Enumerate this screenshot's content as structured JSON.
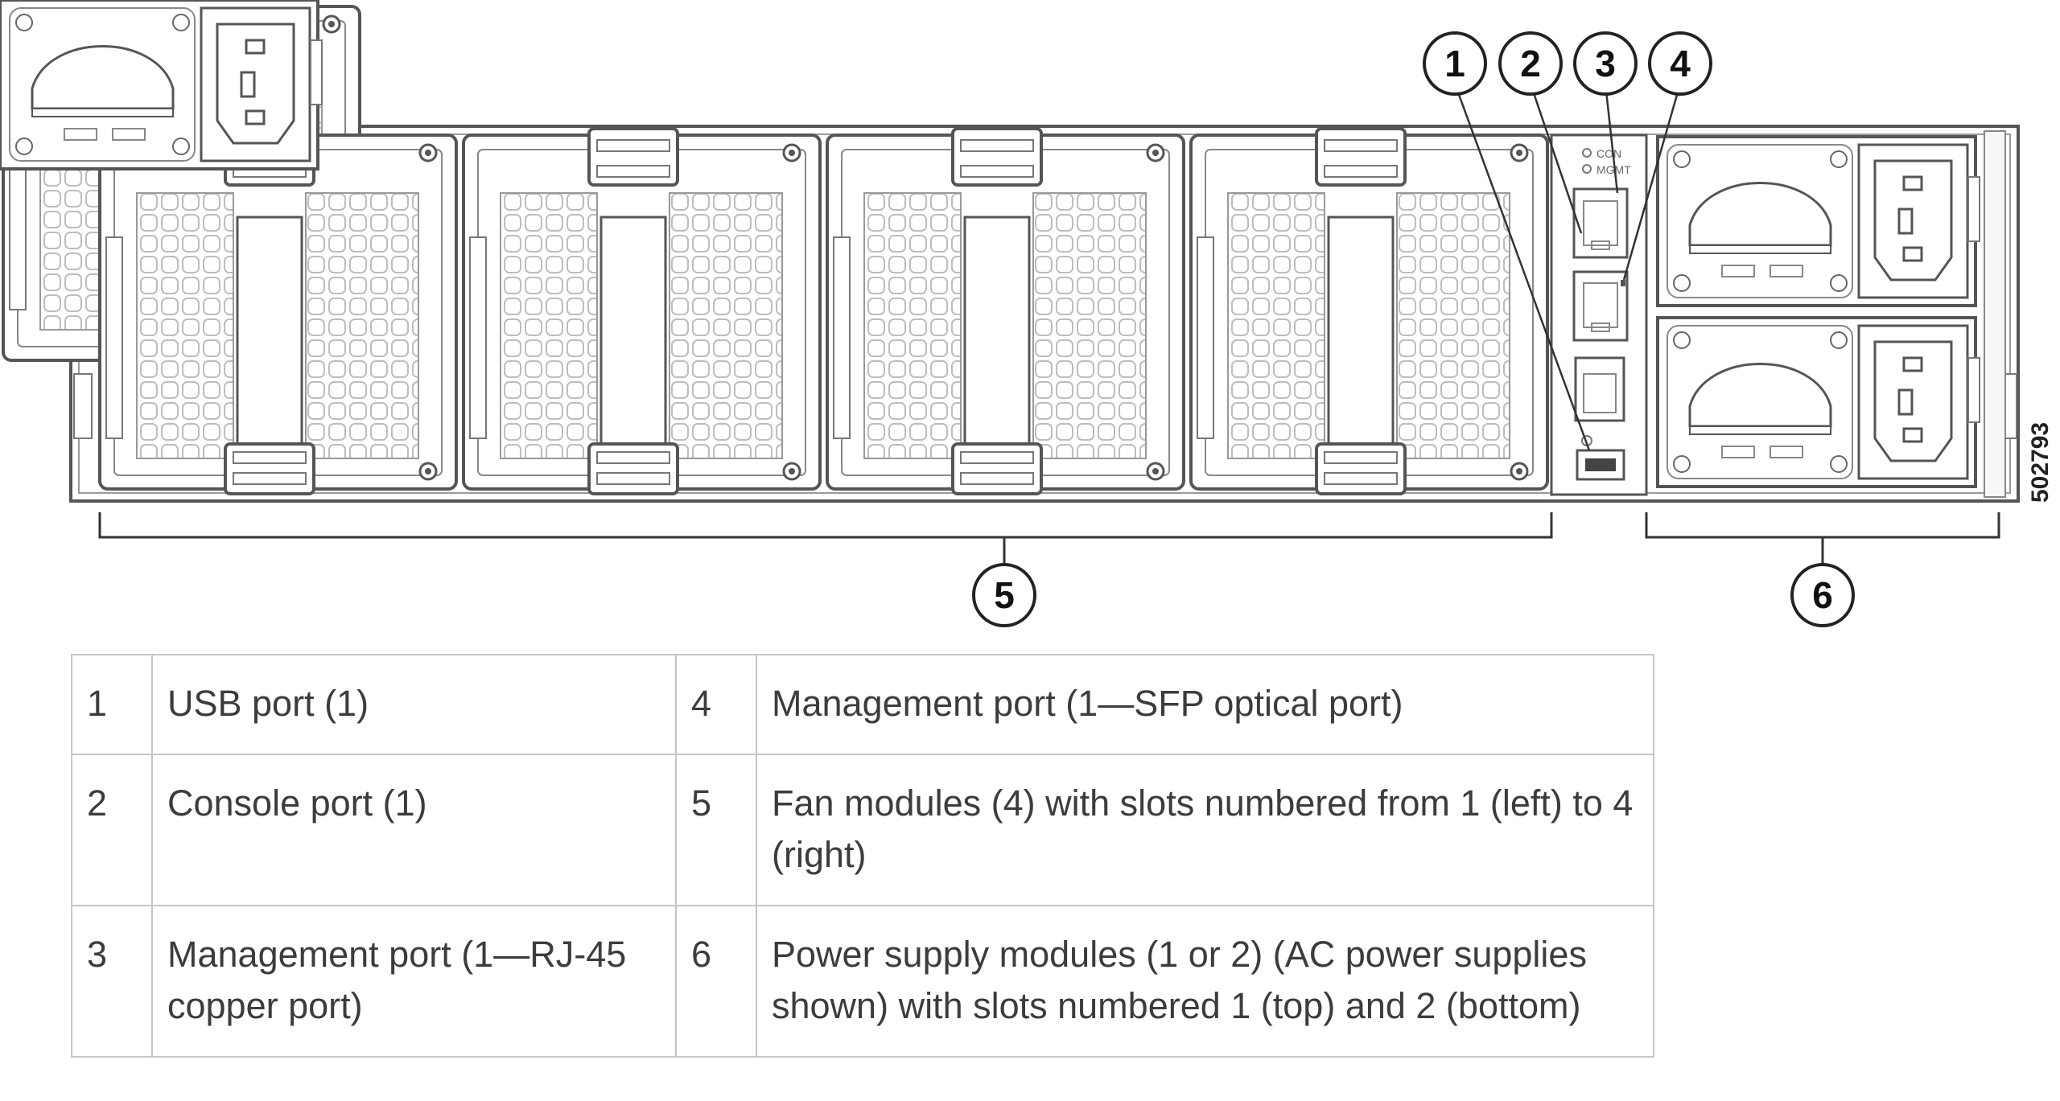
{
  "figure_id": "502793",
  "callouts": {
    "c1": "1",
    "c2": "2",
    "c3": "3",
    "c4": "4",
    "c5": "5",
    "c6": "6"
  },
  "panel_label": {
    "line1": "CON",
    "line2": "MGMT"
  },
  "legend": {
    "rows": [
      {
        "num_a": "1",
        "desc_a": "USB port (1)",
        "num_b": "4",
        "desc_b": "Management port (1—SFP optical port)"
      },
      {
        "num_a": "2",
        "desc_a": "Console port (1)",
        "num_b": "5",
        "desc_b": "Fan modules (4) with slots numbered from 1 (left) to 4 (right)"
      },
      {
        "num_a": "3",
        "desc_a": "Management port (1—RJ-45 copper port)",
        "num_b": "6",
        "desc_b": "Power supply modules (1 or 2) (AC power supplies shown) with slots numbered 1 (top) and 2 (bottom)"
      }
    ]
  }
}
